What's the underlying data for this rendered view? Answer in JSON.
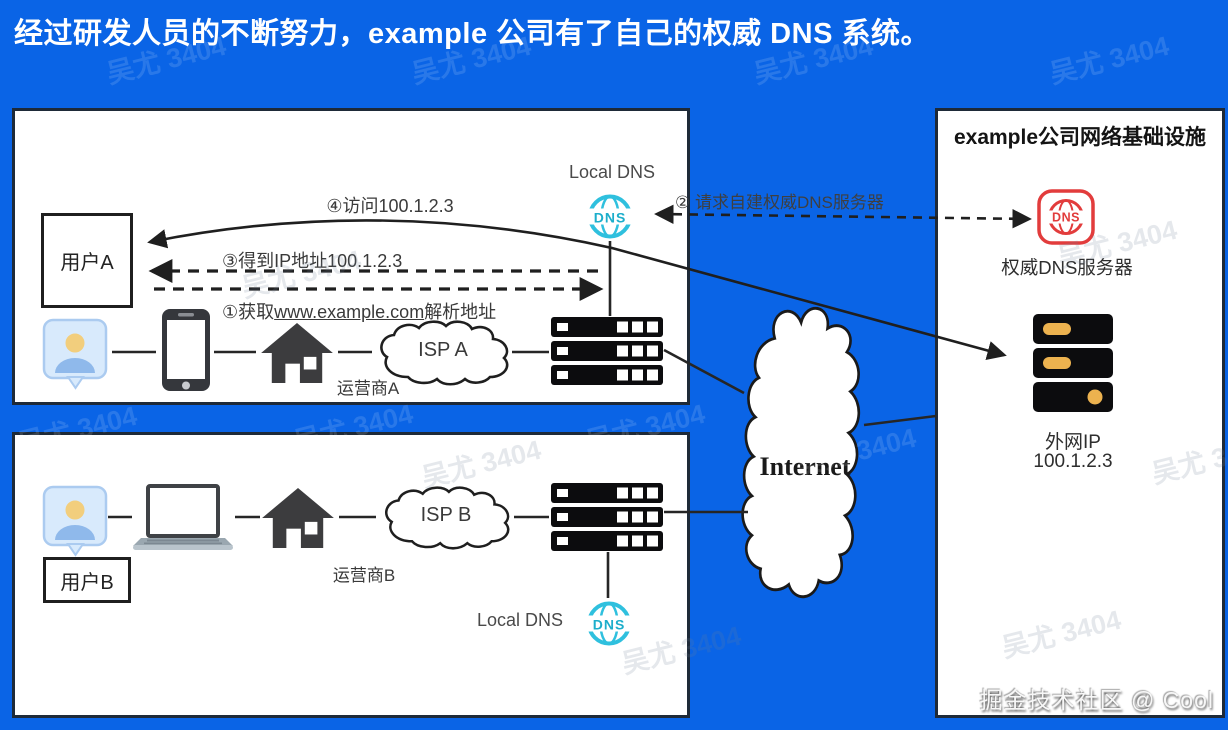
{
  "title": "经过研发人员的不断努力，example 公司有了自己的权威 DNS 系统。",
  "watermark": {
    "text": "吴尤 3404"
  },
  "credit": "掘金技术社区 @ Cool",
  "icons": {
    "dns_label": "DNS"
  },
  "internet": {
    "label": "Internet"
  },
  "user_a_flow": {
    "user_label": "用户A",
    "local_dns_label": "Local DNS",
    "carrier_label": "运营商A",
    "isp_label": "ISP A",
    "step1_prefix": "①获取",
    "step1_domain": "www.example.com",
    "step1_suffix": "解析地址",
    "step2": "② 请求自建权威DNS服务器",
    "step3": "③得到IP地址100.1.2.3",
    "step4": "④访问100.1.2.3"
  },
  "user_b_flow": {
    "user_label": "用户B",
    "carrier_label": "运营商B",
    "isp_label": "ISP B",
    "local_dns_label": "Local DNS"
  },
  "company": {
    "title": "example公司网络基础设施",
    "auth_dns_label": "权威DNS服务器",
    "external_ip_label": "外网IP",
    "external_ip_value": "100.1.2.3"
  }
}
